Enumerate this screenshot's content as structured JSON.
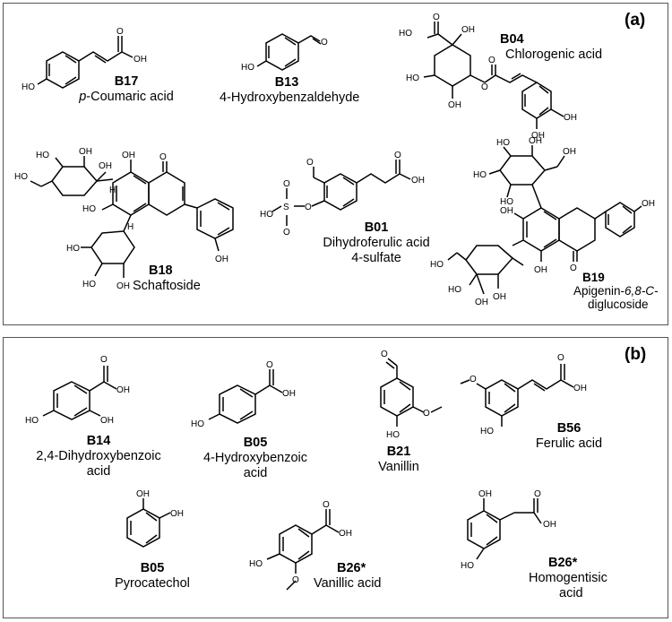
{
  "panels": {
    "a": {
      "tag": "(a)"
    },
    "b": {
      "tag": "(b)"
    }
  },
  "compounds_a": [
    {
      "code": "B17",
      "name_prefix": "p",
      "name": "-Coumaric acid"
    },
    {
      "code": "B13",
      "name": "4-Hydroxybenzaldehyde"
    },
    {
      "code": "B04",
      "name": "Chlorogenic acid"
    },
    {
      "code": "B18",
      "name": "Schaftoside"
    },
    {
      "code": "B01",
      "name": "Dihydroferulic acid",
      "name2": "4-sulfate"
    },
    {
      "code": "B19",
      "name": "Apigenin-",
      "name_italic": "6,8-C-",
      "name2": "diglucoside"
    }
  ],
  "compounds_b": [
    {
      "code": "B14",
      "name": "2,4-Dihydroxybenzoic",
      "name2": "acid"
    },
    {
      "code": "B05",
      "name": "4-Hydroxybenzoic",
      "name2": "acid"
    },
    {
      "code": "B21",
      "name": "Vanillin"
    },
    {
      "code": "B56",
      "name": "Ferulic acid"
    },
    {
      "code": "B05",
      "name": "Pyrocatechol"
    },
    {
      "code": "B26*",
      "name": "Vanillic acid"
    },
    {
      "code": "B26*",
      "name": "Homogentisic",
      "name2": "acid"
    }
  ],
  "atoms": {
    "oh": "OH",
    "ho": "HO",
    "o": "O",
    "s": "S",
    "h": "H"
  }
}
